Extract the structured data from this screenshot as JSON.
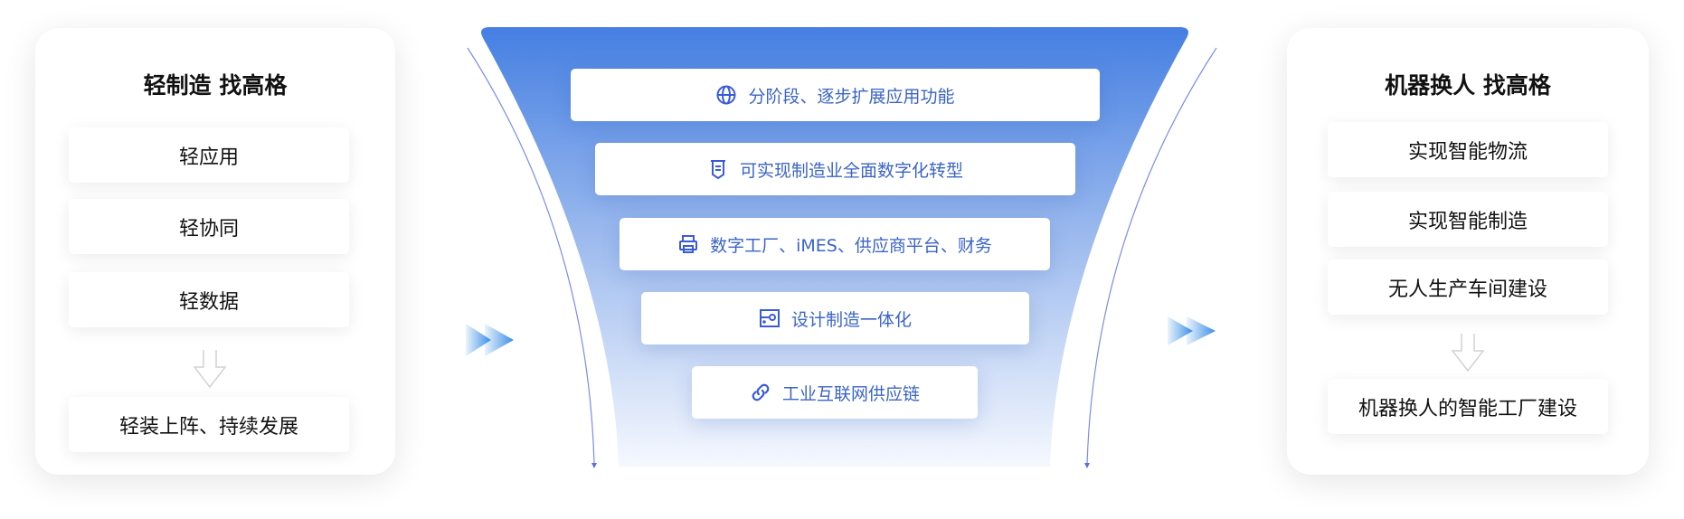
{
  "left": {
    "title": "轻制造 找高格",
    "items": [
      "轻应用",
      "轻协同",
      "轻数据"
    ],
    "result": "轻装上阵、持续发展"
  },
  "funnel": {
    "items": [
      {
        "icon": "globe-icon",
        "label": "分阶段、逐步扩展应用功能"
      },
      {
        "icon": "document-badge-icon",
        "label": "可实现制造业全面数字化转型"
      },
      {
        "icon": "printer-icon",
        "label": "数字工厂、iMES、供应商平台、财务"
      },
      {
        "icon": "design-panel-icon",
        "label": "设计制造一体化"
      },
      {
        "icon": "link-icon",
        "label": "工业互联网供应链"
      }
    ]
  },
  "right": {
    "title": "机器换人 找高格",
    "items": [
      "实现智能物流",
      "实现智能制造",
      "无人生产车间建设"
    ],
    "result": "机器换人的智能工厂建设"
  },
  "colors": {
    "funnel_top": "#457fe2",
    "funnel_bottom": "#f3f7fe",
    "icon": "#3b5bd6",
    "line": "#5a6ee8"
  }
}
